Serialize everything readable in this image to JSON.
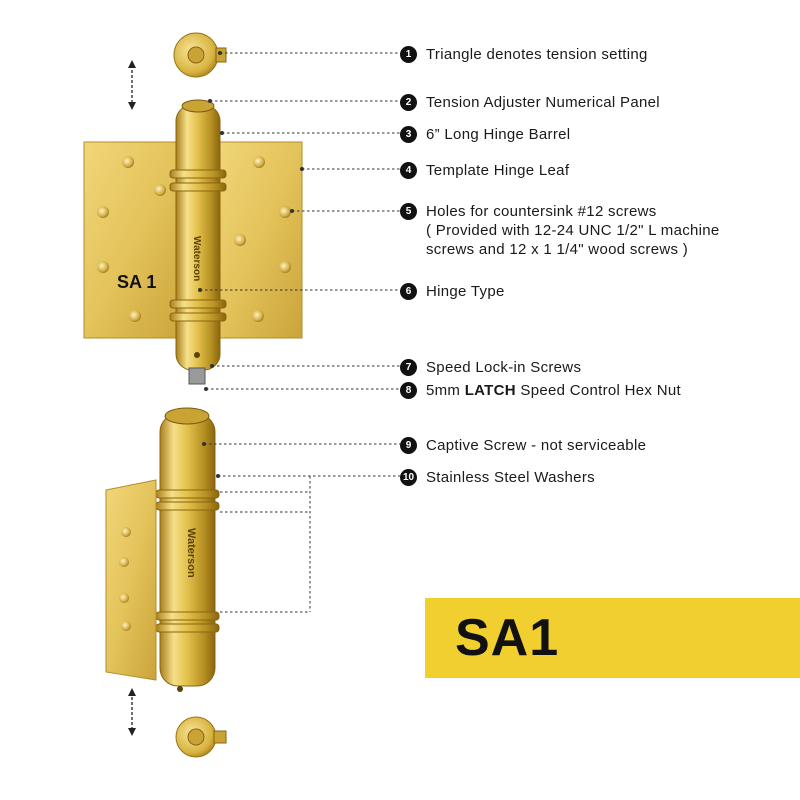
{
  "hinge_type_label": "SA 1",
  "brand_marks": [
    "Waterson",
    "Waterson"
  ],
  "banner": {
    "label": "SA1",
    "color": "#f0cf2e"
  },
  "metal_color": "#e2c04a",
  "callouts": [
    {
      "num": "1",
      "lines": [
        "Triangle denotes tension setting"
      ]
    },
    {
      "num": "2",
      "lines": [
        "Tension Adjuster Numerical Panel"
      ]
    },
    {
      "num": "3",
      "lines": [
        "6” Long Hinge Barrel"
      ]
    },
    {
      "num": "4",
      "lines": [
        "Template Hinge Leaf"
      ]
    },
    {
      "num": "5",
      "lines": [
        "Holes for countersink #12 screws",
        "( Provided with 12-24 UNC 1/2\" L machine",
        "screws and 12 x 1 1/4\" wood screws )"
      ]
    },
    {
      "num": "6",
      "lines": [
        "Hinge Type"
      ]
    },
    {
      "num": "7",
      "lines": [
        "Speed Lock-in Screws"
      ]
    },
    {
      "num": "8",
      "pre": "5mm ",
      "bold": "LATCH",
      "post": " Speed Control Hex Nut"
    },
    {
      "num": "9",
      "lines": [
        "Captive Screw - not serviceable"
      ]
    },
    {
      "num": "10",
      "lines": [
        "Stainless Steel Washers"
      ]
    }
  ]
}
